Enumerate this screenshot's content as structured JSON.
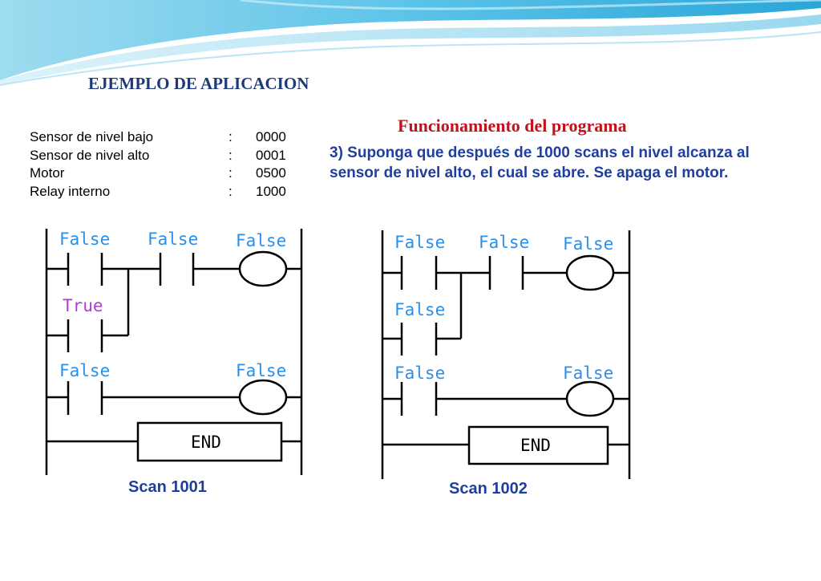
{
  "slide": {
    "title": "EJEMPLO DE APLICACION",
    "section_title": "Funcionamiento del programa",
    "description": "3) Suponga que después de 1000 scans el nivel alcanza al sensor de nivel alto, el cual se abre. Se apaga el motor."
  },
  "io_table": [
    {
      "label": "Sensor de nivel bajo",
      "sep": ":",
      "addr": "0000"
    },
    {
      "label": "Sensor de nivel alto",
      "sep": ":",
      "addr": "0001"
    },
    {
      "label": "Motor",
      "sep": ":",
      "addr": "0500"
    },
    {
      "label": "Relay interno",
      "sep": ":",
      "addr": "1000"
    }
  ],
  "diagrams": [
    {
      "caption": "Scan 1001",
      "end_label": "END",
      "status": {
        "contact_low": "False",
        "contact_high": "False",
        "coil_relay": "False",
        "contact_seal": "True",
        "contact_relay": "False",
        "coil_motor": "False"
      }
    },
    {
      "caption": "Scan 1002",
      "end_label": "END",
      "status": {
        "contact_low": "False",
        "contact_high": "False",
        "coil_relay": "False",
        "contact_seal": "False",
        "contact_relay": "False",
        "coil_motor": "False"
      }
    }
  ],
  "colors": {
    "title": "#1f3a78",
    "section_title": "#c1121c",
    "description": "#1f3fa0",
    "status_false": "#2b8fe6",
    "status_true": "#b23bd6"
  }
}
